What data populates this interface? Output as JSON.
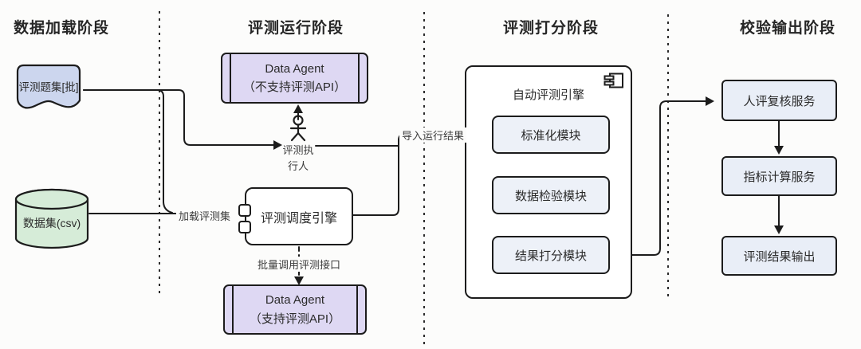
{
  "phases": [
    {
      "label": "数据加载阶段"
    },
    {
      "label": "评测运行阶段"
    },
    {
      "label": "评测打分阶段"
    },
    {
      "label": "校验输出阶段"
    }
  ],
  "nodes": {
    "question_set": {
      "label": "评测题集[批]"
    },
    "dataset": {
      "label": "数据集(csv)"
    },
    "data_agent_no_api": {
      "line1": "Data Agent",
      "line2": "（不支持评测API）"
    },
    "data_agent_api": {
      "line1": "Data Agent",
      "line2": "（支持评测API）"
    },
    "evaluator": {
      "line1": "评测执",
      "line2": "行人"
    },
    "scheduler": {
      "label": "评测调度引擎"
    },
    "auto_engine": {
      "label": "自动评测引擎"
    },
    "normalize": {
      "label": "标准化模块"
    },
    "data_check": {
      "label": "数据检验模块"
    },
    "scoring": {
      "label": "结果打分模块"
    },
    "human_review": {
      "label": "人评复核服务"
    },
    "metric_calc": {
      "label": "指标计算服务"
    },
    "result_output": {
      "label": "评测结果输出"
    }
  },
  "edges": {
    "load_set": {
      "label": "加载评测集"
    },
    "batch_call": {
      "label": "批量调用评测接口"
    },
    "import_results": {
      "label": "导入运行结果"
    }
  },
  "colors": {
    "background": "#fcfcfb",
    "stroke": "#1c1c1c",
    "question_set_fill": "#ccd6ee",
    "dataset_fill": "#d6ecd8",
    "agent_fill": "#ded8f3",
    "module_fill": "#edf1f8",
    "service_fill": "#e9eef7"
  }
}
